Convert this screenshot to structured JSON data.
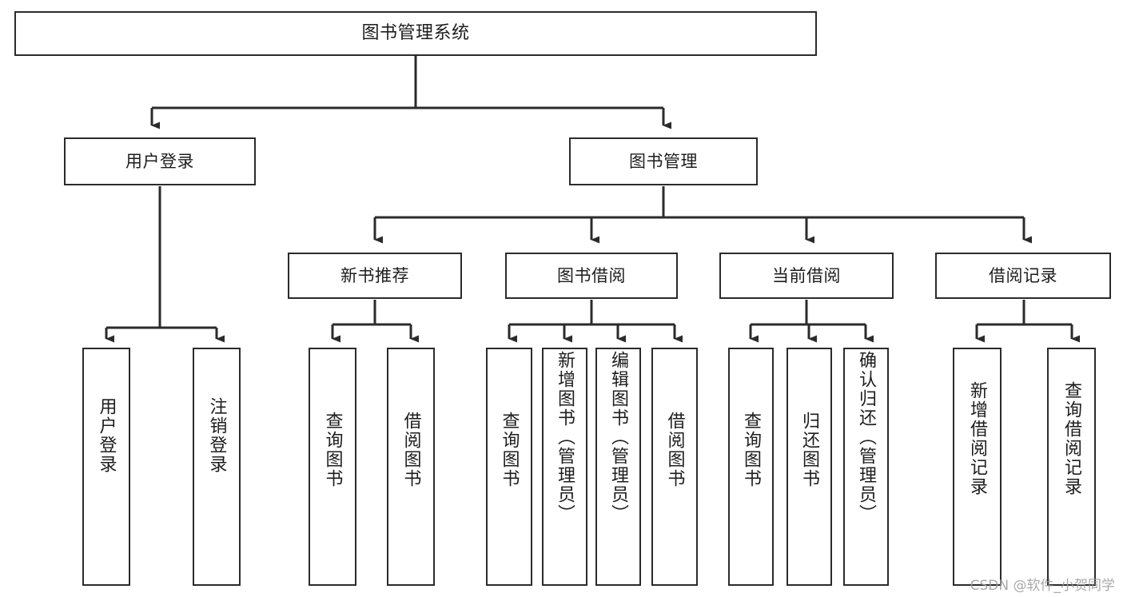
{
  "diagram": {
    "title": "图书管理系统",
    "type": "tree-hierarchy",
    "watermark": "CSDN @软件_小贺同学",
    "colors": {
      "background": "#ffffff",
      "node_fill": "#ffffff",
      "node_border": "#2b2b2b",
      "edge": "#2b2b2b",
      "text": "#1d1d1d",
      "watermark_text": "#9a9a9a"
    },
    "levels": {
      "root": "图书管理系统",
      "level2": [
        "用户登录",
        "图书管理"
      ],
      "level3": [
        "新书推荐",
        "图书借阅",
        "当前借阅",
        "借阅记录"
      ]
    },
    "nodes": {
      "root": {
        "label": "图书管理系统",
        "orientation": "horizontal"
      },
      "user_login": {
        "label": "用户登录",
        "orientation": "horizontal"
      },
      "book_manage": {
        "label": "图书管理",
        "orientation": "horizontal"
      },
      "new_book_rec": {
        "label": "新书推荐",
        "orientation": "horizontal"
      },
      "book_borrow": {
        "label": "图书借阅",
        "orientation": "horizontal"
      },
      "current_borrow": {
        "label": "当前借阅",
        "orientation": "horizontal"
      },
      "borrow_record": {
        "label": "借阅记录",
        "orientation": "horizontal"
      },
      "leaf_user_login": {
        "label": "用户登录",
        "orientation": "vertical"
      },
      "leaf_logout": {
        "label": "注销登录",
        "orientation": "vertical"
      },
      "leaf_query_book_1": {
        "label": "查询图书",
        "orientation": "vertical"
      },
      "leaf_borrow_book_1": {
        "label": "借阅图书",
        "orientation": "vertical"
      },
      "leaf_query_book_2": {
        "label": "查询图书",
        "orientation": "vertical"
      },
      "leaf_add_book_admin": {
        "label": "新增图书（管理员）",
        "orientation": "vertical"
      },
      "leaf_edit_book_admin": {
        "label": "编辑图书（管理员）",
        "orientation": "vertical"
      },
      "leaf_borrow_book_2": {
        "label": "借阅图书",
        "orientation": "vertical"
      },
      "leaf_query_book_3": {
        "label": "查询图书",
        "orientation": "vertical"
      },
      "leaf_return_book": {
        "label": "归还图书",
        "orientation": "vertical"
      },
      "leaf_confirm_return_admin": {
        "label": "确认归还（管理员）",
        "orientation": "vertical"
      },
      "leaf_add_borrow_record": {
        "label": "新增借阅记录",
        "orientation": "vertical"
      },
      "leaf_query_borrow_record": {
        "label": "查询借阅记录",
        "orientation": "vertical"
      }
    },
    "edges": [
      {
        "from": "root",
        "to": "user_login"
      },
      {
        "from": "root",
        "to": "book_manage"
      },
      {
        "from": "user_login",
        "to": "leaf_user_login"
      },
      {
        "from": "user_login",
        "to": "leaf_logout"
      },
      {
        "from": "book_manage",
        "to": "new_book_rec"
      },
      {
        "from": "book_manage",
        "to": "book_borrow"
      },
      {
        "from": "book_manage",
        "to": "current_borrow"
      },
      {
        "from": "book_manage",
        "to": "borrow_record"
      },
      {
        "from": "new_book_rec",
        "to": "leaf_query_book_1"
      },
      {
        "from": "new_book_rec",
        "to": "leaf_borrow_book_1"
      },
      {
        "from": "book_borrow",
        "to": "leaf_query_book_2"
      },
      {
        "from": "book_borrow",
        "to": "leaf_add_book_admin"
      },
      {
        "from": "book_borrow",
        "to": "leaf_edit_book_admin"
      },
      {
        "from": "book_borrow",
        "to": "leaf_borrow_book_2"
      },
      {
        "from": "current_borrow",
        "to": "leaf_query_book_3"
      },
      {
        "from": "current_borrow",
        "to": "leaf_return_book"
      },
      {
        "from": "current_borrow",
        "to": "leaf_confirm_return_admin"
      },
      {
        "from": "borrow_record",
        "to": "leaf_add_borrow_record"
      },
      {
        "from": "borrow_record",
        "to": "leaf_query_borrow_record"
      }
    ]
  }
}
